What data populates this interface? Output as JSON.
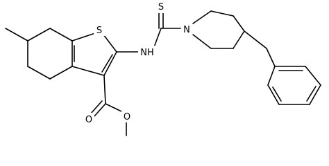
{
  "molecule": {
    "atoms": {
      "sulfur_ring": "S",
      "amine": "NH",
      "thione_sulfur": "S",
      "piperidine_nitrogen": "N",
      "carbonyl_oxygen": "O",
      "ester_oxygen": "O"
    }
  },
  "colors": {
    "bond": "#000000",
    "background": "#ffffff"
  }
}
